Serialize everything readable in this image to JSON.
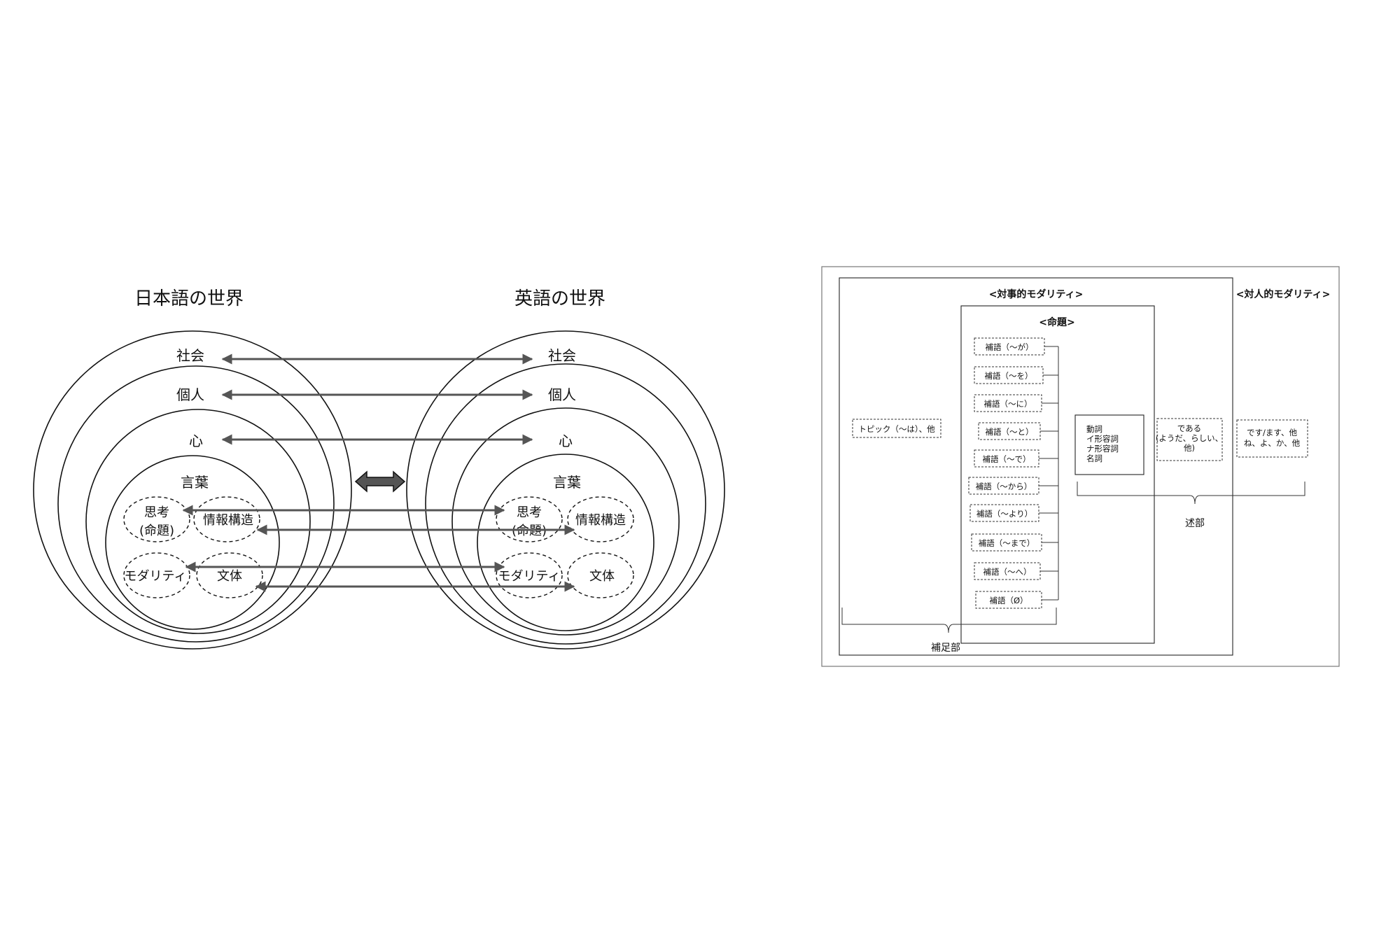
{
  "left_diagram": {
    "japanese_title": "日本語の世界",
    "english_title": "英語の世界",
    "layers": [
      "社会",
      "個人",
      "心",
      "言葉"
    ],
    "inner": {
      "thought": [
        "思考",
        "(命題)"
      ],
      "info": "情報構造",
      "modality": "モダリティ",
      "style": "文体"
    }
  },
  "right_diagram": {
    "objective_modality": "<対事的モダリティ>",
    "interpersonal_modality": "<対人的モダリティ>",
    "proposition": "<命題>",
    "topic": "トピック（〜は）、他",
    "complements": [
      "補語（〜が）",
      "補語（〜を）",
      "補語（〜に）",
      "補語（〜と）",
      "補語（〜で）",
      "補語（〜から）",
      "補語（〜より）",
      "補語（〜まで）",
      "補語（〜へ）",
      "補語（Ø）"
    ],
    "predicate_core": [
      "動詞",
      "イ形容詞",
      "ナ形容詞",
      "名詞"
    ],
    "de_aru": [
      "である",
      "(ようだ、らしい、",
      "他)"
    ],
    "desu_masu": [
      "です/ます、他",
      "ね、よ、か、他"
    ],
    "predicate_part": "述部",
    "supplement_part": "補足部"
  }
}
